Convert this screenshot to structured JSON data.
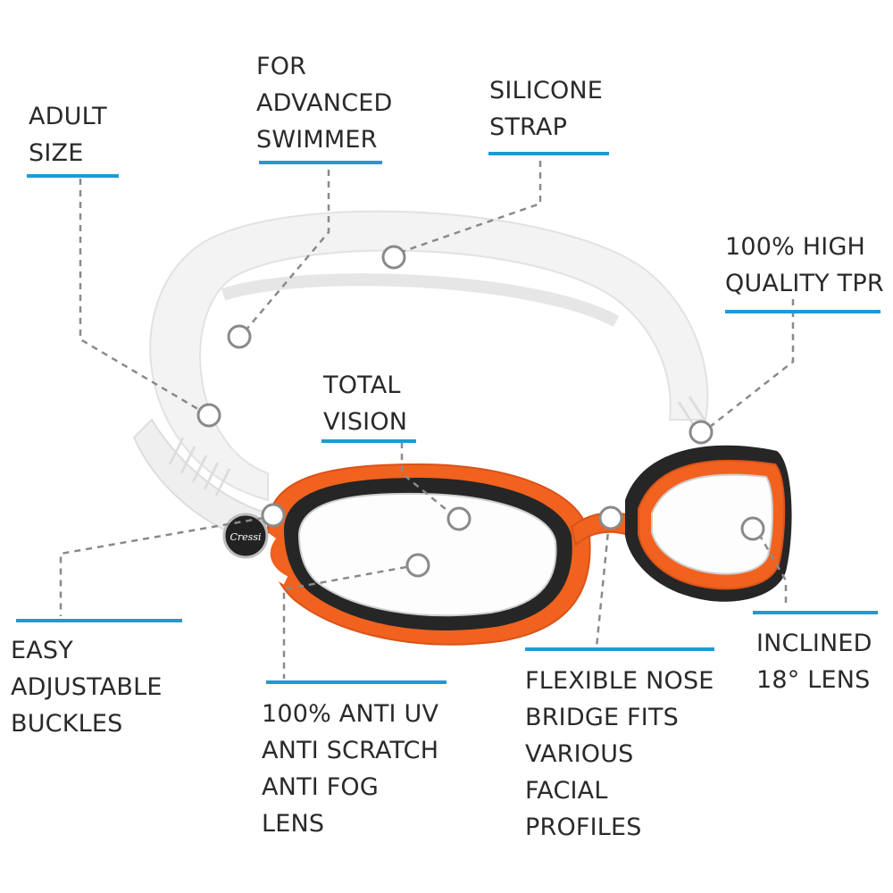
{
  "colors": {
    "accent_rule": "#1f9ad6",
    "leader": "#8a8a8a",
    "text": "#2a2a2a",
    "frame_orange": "#f0621e",
    "frame_dark": "#262626",
    "strap": "#f1f1f1"
  },
  "brand": {
    "logo_text": "Cressi"
  },
  "callouts": {
    "adult": {
      "lines": [
        "ADULT",
        "SIZE"
      ]
    },
    "advanced": {
      "lines": [
        "FOR",
        "ADVANCED",
        "SWIMMER"
      ]
    },
    "silicone": {
      "lines": [
        "SILICONE",
        "STRAP"
      ]
    },
    "tpr": {
      "lines": [
        "100% HIGH",
        "QUALITY TPR"
      ]
    },
    "vision": {
      "lines": [
        "TOTAL",
        "VISION"
      ]
    },
    "buckles": {
      "lines": [
        "EASY",
        "ADJUSTABLE",
        "BUCKLES"
      ]
    },
    "lens_uv": {
      "lines": [
        "100% ANTI UV",
        "ANTI SCRATCH",
        "ANTI FOG",
        "LENS"
      ]
    },
    "nose": {
      "lines": [
        "FLEXIBLE NOSE",
        "BRIDGE FITS",
        "VARIOUS",
        "FACIAL",
        "PROFILES"
      ]
    },
    "inclined": {
      "lines": [
        "INCLINED",
        "18° LENS"
      ]
    }
  }
}
